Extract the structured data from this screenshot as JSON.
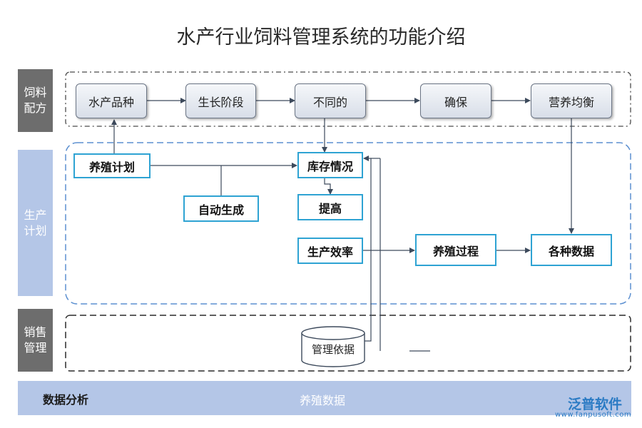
{
  "title": "水产行业饲料管理系统的功能介绍",
  "sections": {
    "feed": "饲料\n配方",
    "production": "生产\n计划",
    "sales": "销售\n管理"
  },
  "feed_row": [
    "水产品种",
    "生长阶段",
    "不同的",
    "确保",
    "营养均衡"
  ],
  "production": {
    "breeding_plan": "养殖计划",
    "inventory": "库存情况",
    "auto_generate": "自动生成",
    "improve": "提高",
    "efficiency": "生产效率",
    "breeding_process": "养殖过程",
    "various_data": "各种数据"
  },
  "sales": {
    "management_basis": "管理依据"
  },
  "bottom": {
    "left": "数据分析",
    "middle": "养殖数据"
  },
  "logo": {
    "text": "泛普软件",
    "url": "www.fanpusoft.com"
  }
}
